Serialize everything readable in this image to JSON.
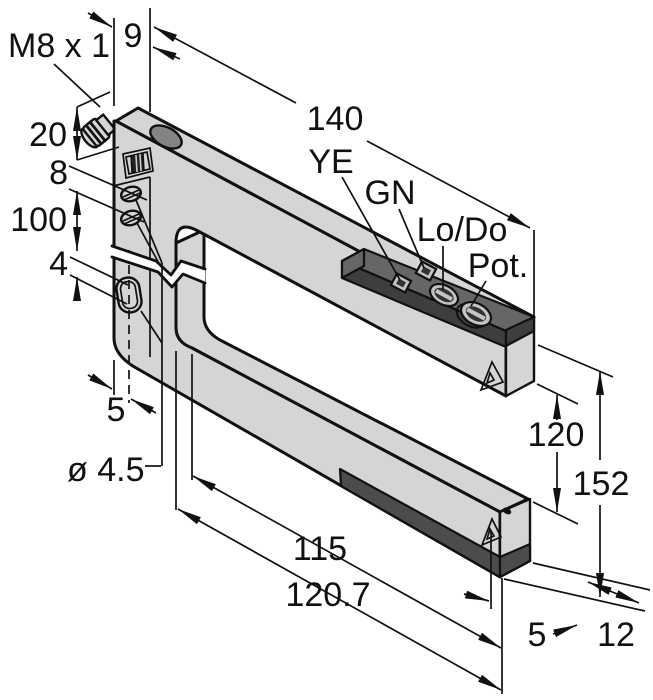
{
  "drawing": {
    "kind": "isometric-dimension-drawing-fork-sensor",
    "connector_label": "M8 x 1",
    "indicators": {
      "yellow_led": "YE",
      "green_led": "GN",
      "light_dark_switch": "Lo/Do",
      "potentiometer": "Pot."
    },
    "dimensions": {
      "top_offset": "9",
      "top_length": "140",
      "head_height": "20",
      "hole_spacing": "8",
      "body_length": "100",
      "slot_hole_width": "4",
      "foot_offset": "5",
      "hole_diameter": "ø 4.5",
      "depth_inner": "115",
      "depth_outer": "120.7",
      "gap_height": "120",
      "total_height": "152",
      "lens_offset": "5",
      "arm_thickness": "12"
    },
    "colors": {
      "body": "#d5d5d5",
      "panel": "#666666",
      "panel_front": "#3e3e3e",
      "sensing_strip": "#4c4c4c",
      "line": "#111111"
    }
  }
}
